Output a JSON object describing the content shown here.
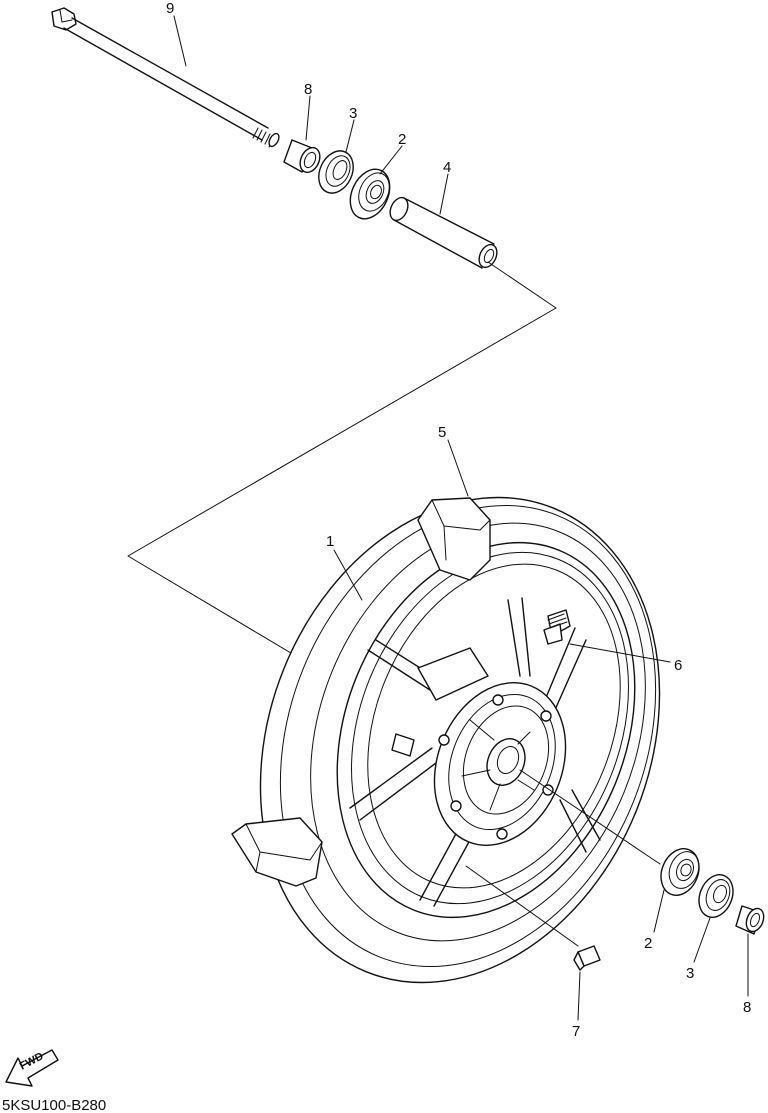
{
  "diagram_code": "5KSU100-B280",
  "fwd_label": "FWD",
  "callouts": [
    {
      "id": "label-9-top",
      "text": "9"
    },
    {
      "id": "label-8-top",
      "text": "8"
    },
    {
      "id": "label-3-top",
      "text": "3"
    },
    {
      "id": "label-2-top",
      "text": "2"
    },
    {
      "id": "label-4",
      "text": "4"
    },
    {
      "id": "label-5",
      "text": "5"
    },
    {
      "id": "label-1",
      "text": "1"
    },
    {
      "id": "label-6",
      "text": "6"
    },
    {
      "id": "label-2-bottom",
      "text": "2"
    },
    {
      "id": "label-3-bottom",
      "text": "3"
    },
    {
      "id": "label-8-bottom",
      "text": "8"
    },
    {
      "id": "label-7",
      "text": "7"
    }
  ]
}
